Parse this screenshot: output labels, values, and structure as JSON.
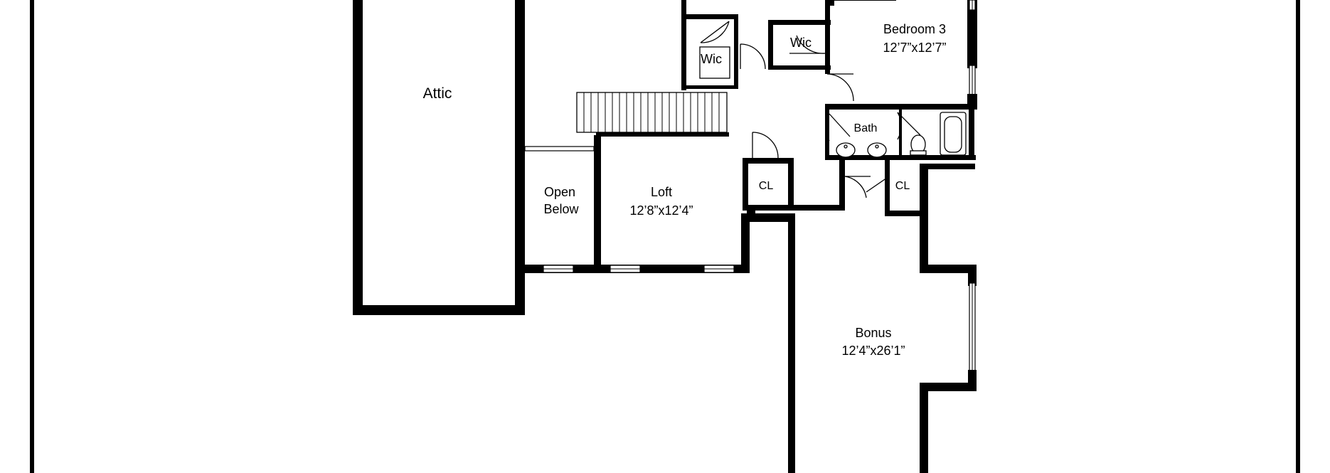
{
  "rooms": {
    "attic": {
      "name": "Attic"
    },
    "open_below": {
      "name_line1": "Open",
      "name_line2": "Below"
    },
    "loft": {
      "name": "Loft",
      "dims": "12’8”x12’4”"
    },
    "wic_left": {
      "name": "Wic"
    },
    "wic_right": {
      "name": "Wic"
    },
    "bedroom3": {
      "name": "Bedroom 3",
      "dims": "12’7”x12’7”"
    },
    "bath": {
      "name": "Bath"
    },
    "closet_left": {
      "name": "CL"
    },
    "closet_right": {
      "name": "CL"
    },
    "bonus": {
      "name": "Bonus",
      "dims": "12’4”x26’1”"
    }
  },
  "colors": {
    "wall": "#000000",
    "background": "#ffffff"
  }
}
